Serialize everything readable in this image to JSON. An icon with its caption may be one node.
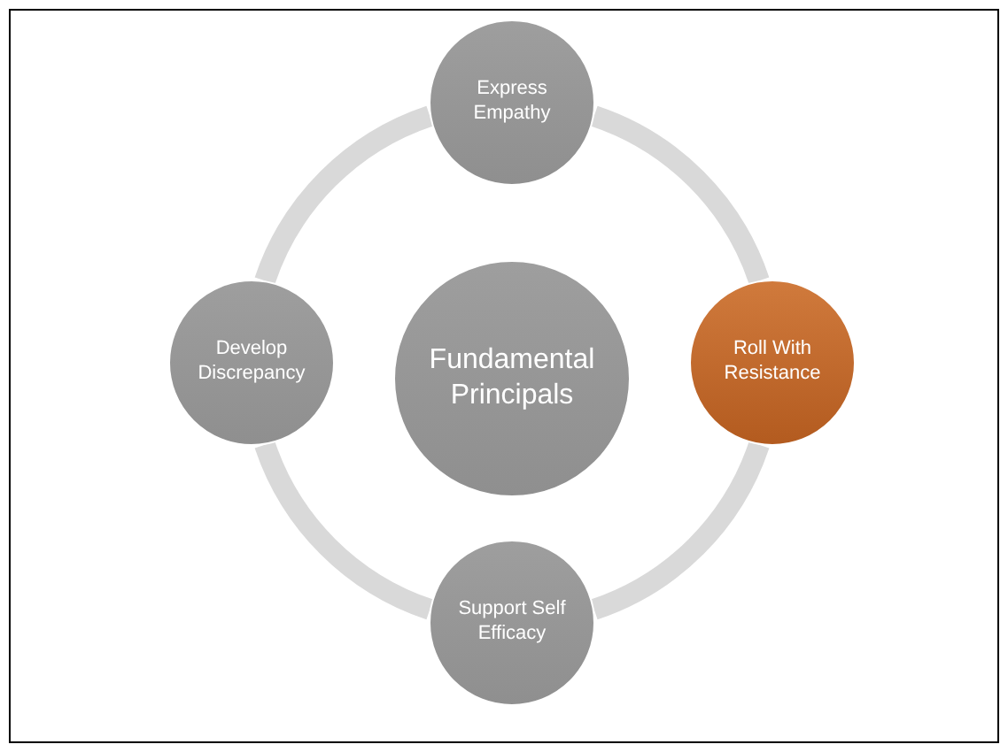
{
  "diagram": {
    "nodes": [
      {
        "text": [
          "Express Empathy"
        ]
      },
      {
        "text": [
          "Develop Discrepancy"
        ]
      },
      {
        "text": [
          "Fundamental Principals"
        ]
      },
      {
        "text": [
          "Roll With Resistance"
        ]
      },
      {
        "text": [
          "Support Self Efficacy"
        ]
      }
    ],
    "edges": [
      {
        "from": 0,
        "to": 3,
        "arrow": "none"
      },
      {
        "from": 3,
        "to": 4,
        "arrow": "none"
      },
      {
        "from": 4,
        "to": 1,
        "arrow": "none"
      },
      {
        "from": 1,
        "to": 0,
        "arrow": "none"
      }
    ]
  }
}
